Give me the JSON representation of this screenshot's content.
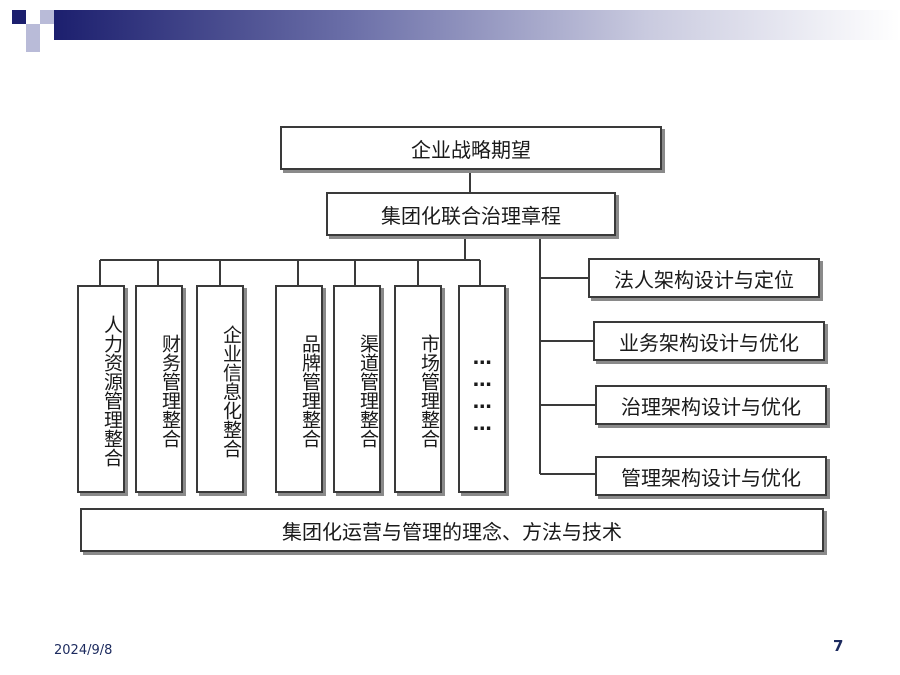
{
  "diagram": {
    "top": "企业战略期望",
    "charter": "集团化联合治理章程",
    "columns": [
      {
        "label": "人力资源管理整合"
      },
      {
        "label": "财务管理整合"
      },
      {
        "label": "企业信息化整合"
      },
      {
        "label": "品牌管理整合"
      },
      {
        "label": "渠道管理整合"
      },
      {
        "label": "市场管理整合"
      },
      {
        "label": "…………"
      }
    ],
    "right_items": [
      "法人架构设计与定位",
      "业务架构设计与优化",
      "治理架构设计与优化",
      "管理架构设计与优化"
    ],
    "base": "集团化运营与管理的理念、方法与技术"
  },
  "footer": {
    "date": "2024/9/8",
    "page": "7"
  },
  "colors": {
    "accent_dark": "#1c1f6e",
    "accent_light": "#b9bbd8"
  }
}
